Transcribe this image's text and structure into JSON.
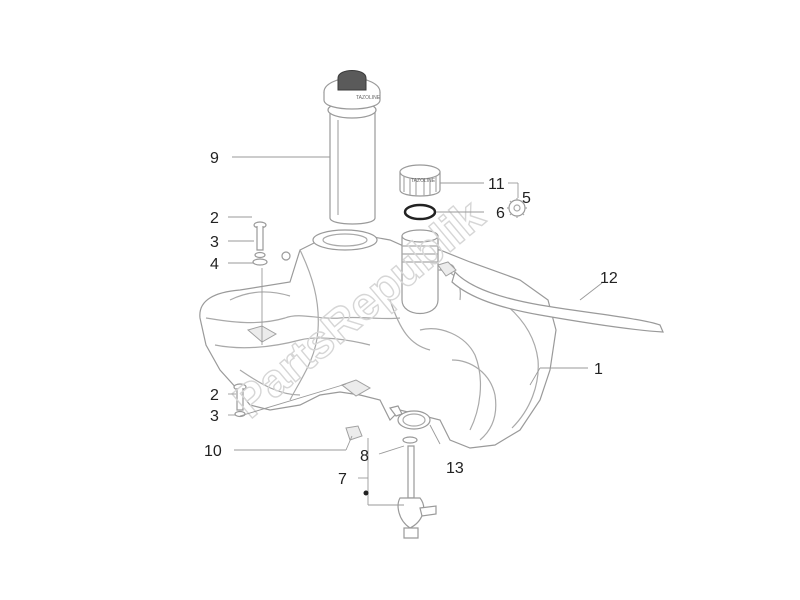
{
  "diagram": {
    "watermark": "PartsRepublik",
    "cap_label": "TAZOLINE",
    "filler_label": "TAZOLINE",
    "callouts": {
      "c1": "1",
      "c2a": "2",
      "c2b": "2",
      "c3a": "3",
      "c3b": "3",
      "c4": "4",
      "c5": "5",
      "c6": "6",
      "c7": "7",
      "c8": "8",
      "c9": "9",
      "c10": "10",
      "c11": "11",
      "c12": "12",
      "c13": "13"
    },
    "colors": {
      "lines": "#a9a9a9",
      "text": "#222222",
      "watermark": "#d6d6d6"
    }
  }
}
